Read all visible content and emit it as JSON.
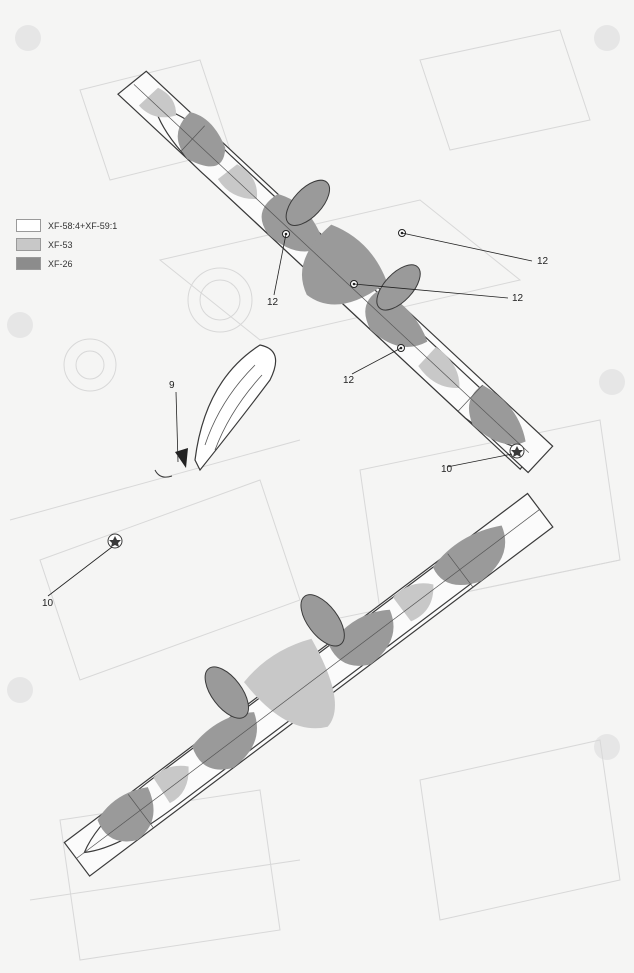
{
  "legend": [
    {
      "label": "XF-58:4+XF-59:1",
      "color": "#ffffff"
    },
    {
      "label": "XF-53",
      "color": "#c8c8c8"
    },
    {
      "label": "XF-26",
      "color": "#8c8c8c"
    }
  ],
  "callouts": [
    "12",
    "12",
    "12",
    "12",
    "12",
    "9",
    "10",
    "10"
  ],
  "colors": {
    "paper": "#f5f5f4",
    "light_gray": "#c8c8c8",
    "dark_gray": "#9a9a9a",
    "line": "#3a3a3a"
  }
}
